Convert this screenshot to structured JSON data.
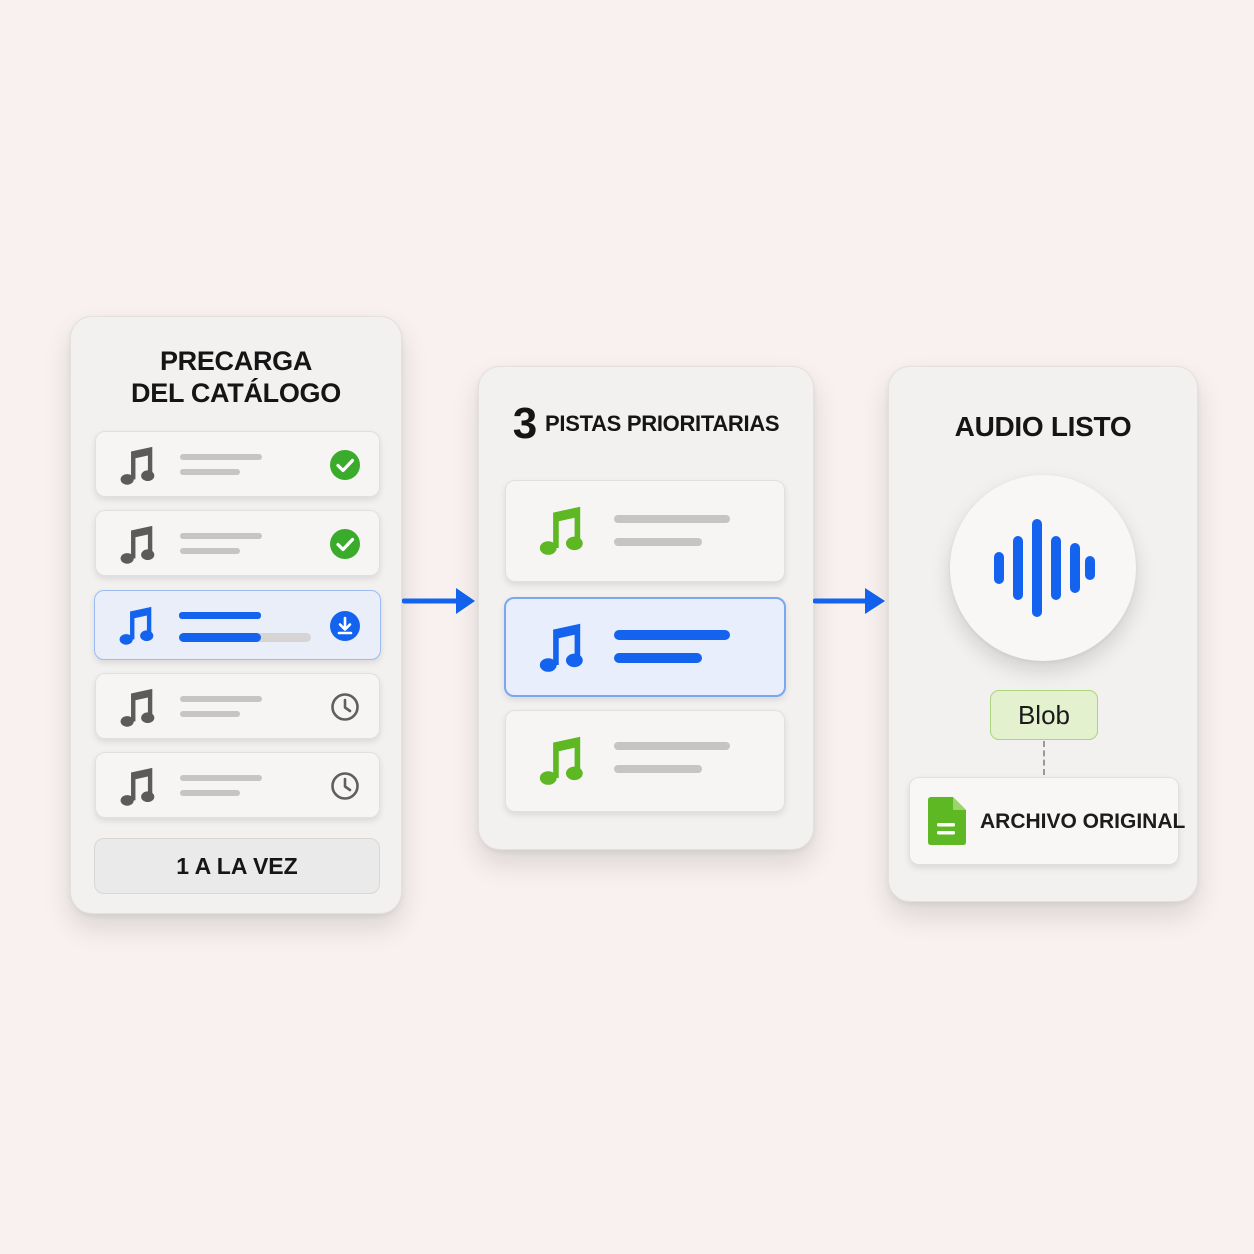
{
  "panels": {
    "preload": {
      "title_line1": "PRECARGA",
      "title_line2": "DEL CATÁLOGO",
      "tracks": [
        {
          "status": "done",
          "icon": "music-note-icon",
          "status_icon": "check-circle-icon"
        },
        {
          "status": "done",
          "icon": "music-note-icon",
          "status_icon": "check-circle-icon"
        },
        {
          "status": "downloading",
          "icon": "music-note-icon",
          "status_icon": "download-circle-icon",
          "progress": 0.62
        },
        {
          "status": "pending",
          "icon": "music-note-icon",
          "status_icon": "clock-icon"
        },
        {
          "status": "pending",
          "icon": "music-note-icon",
          "status_icon": "clock-icon"
        }
      ],
      "footer": "1 A LA VEZ"
    },
    "priority": {
      "count": "3",
      "title": "PISTAS PRIORITARIAS",
      "tracks": [
        {
          "state": "normal",
          "icon": "music-note-icon"
        },
        {
          "state": "active",
          "icon": "music-note-icon"
        },
        {
          "state": "normal",
          "icon": "music-note-icon"
        }
      ]
    },
    "ready": {
      "title": "AUDIO LISTO",
      "icon": "audio-waveform-icon",
      "blob_label": "Blob",
      "file_label": "ARCHIVO ORIGINAL",
      "file_icon": "document-icon"
    }
  },
  "colors": {
    "background": "#f8f1ef",
    "accent_blue": "#1363ef",
    "success_green": "#3aab2b",
    "note_green": "#5db823",
    "neutral_gray": "#5f5f5f",
    "blob_fill": "#e3f1cf"
  }
}
